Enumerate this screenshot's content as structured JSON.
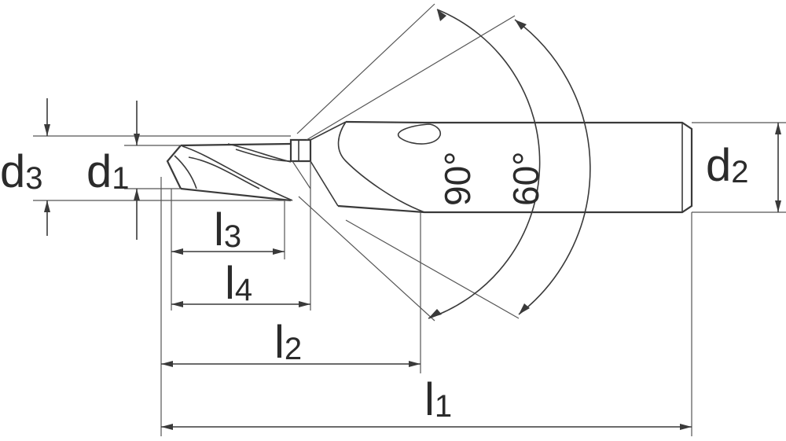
{
  "labels": {
    "d3": {
      "main": "d",
      "sub": "3"
    },
    "d1": {
      "main": "d",
      "sub": "1"
    },
    "d2": {
      "main": "d",
      "sub": "2"
    },
    "l1": {
      "main": "l",
      "sub": "1"
    },
    "l2": {
      "main": "l",
      "sub": "2"
    },
    "l3": {
      "main": "l",
      "sub": "3"
    },
    "l4": {
      "main": "l",
      "sub": "4"
    }
  },
  "angles": {
    "a90": "90°",
    "a60": "60°"
  },
  "colors": {
    "line": "#3a3a3a",
    "background": "#ffffff"
  }
}
